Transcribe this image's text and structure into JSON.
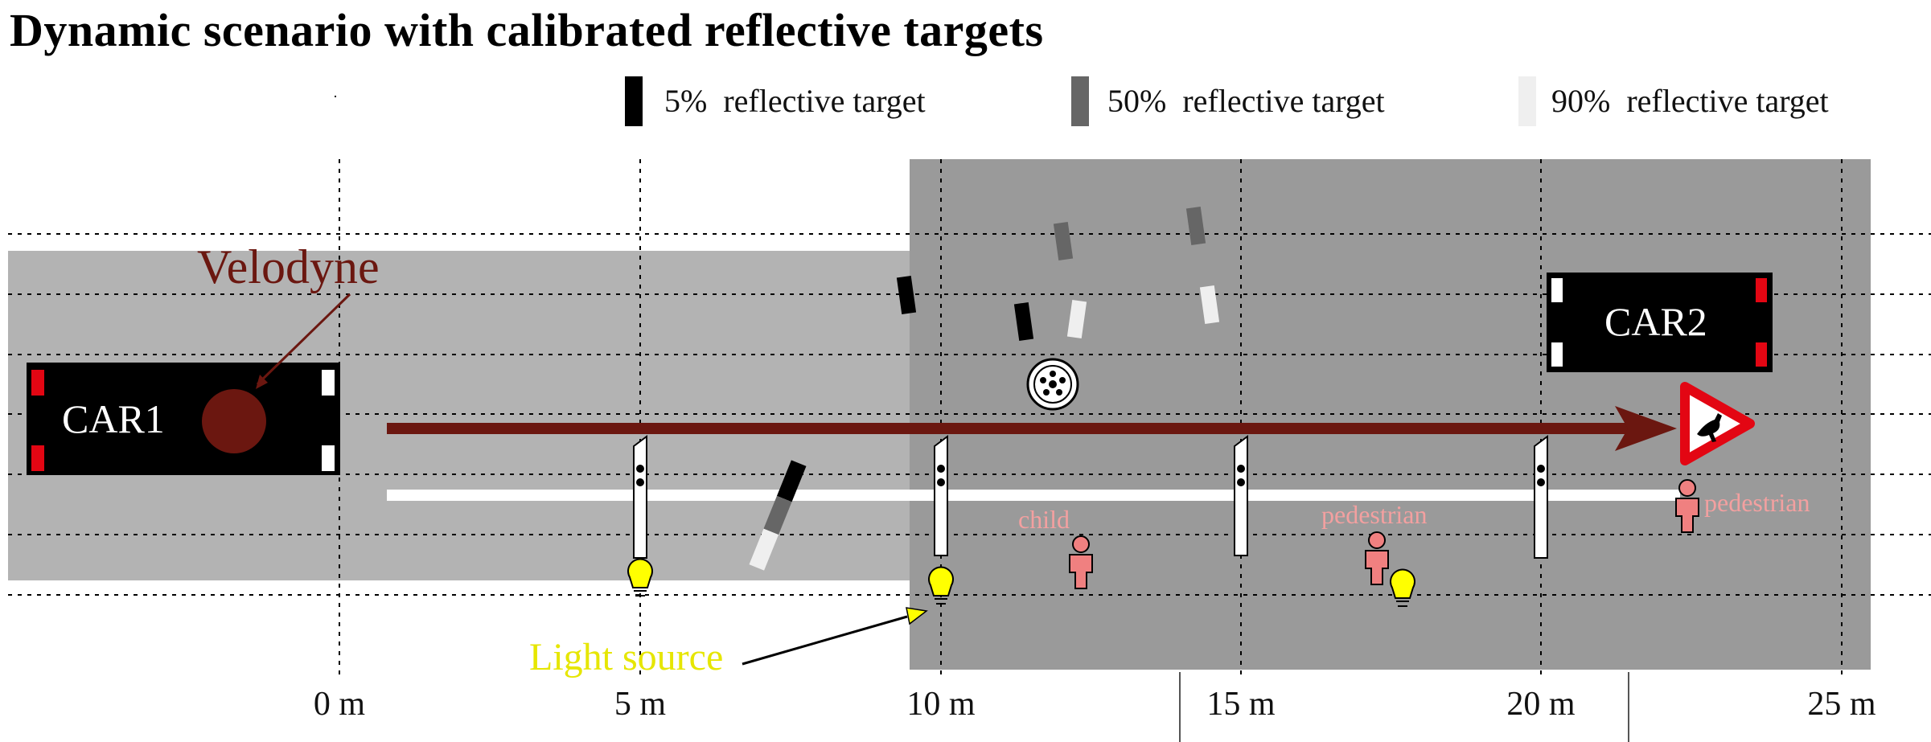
{
  "title": "Dynamic scenario with calibrated reflective targets",
  "legend": {
    "items": [
      {
        "percent": "5%",
        "label": "reflective target",
        "color": "#000000"
      },
      {
        "percent": "50%",
        "label": "reflective target",
        "color": "#666666"
      },
      {
        "percent": "90%",
        "label": "reflective target",
        "color": "#efefef"
      }
    ]
  },
  "axis": {
    "ticks": [
      "0 m",
      "5 m",
      "10 m",
      "15 m",
      "20 m",
      "25 m"
    ]
  },
  "cars": {
    "car1": "CAR1",
    "car2": "CAR2"
  },
  "labels": {
    "velodyne": "Velodyne",
    "light_source": "Light source",
    "child": "child",
    "pedestrian_1": "pedestrian",
    "pedestrian_2": "pedestrian"
  },
  "colors": {
    "road_light": "#b3b3b3",
    "road_dark": "#9a9a9a",
    "trajectory": "#6b1710",
    "person": "#f08080",
    "bulb": "#ffff00",
    "sign_red": "#e30613"
  },
  "icons": {
    "wheel": "wheel-icon",
    "sign": "animal-crossing-warning-sign",
    "bulb": "light-bulb-icon",
    "person": "person-icon"
  }
}
